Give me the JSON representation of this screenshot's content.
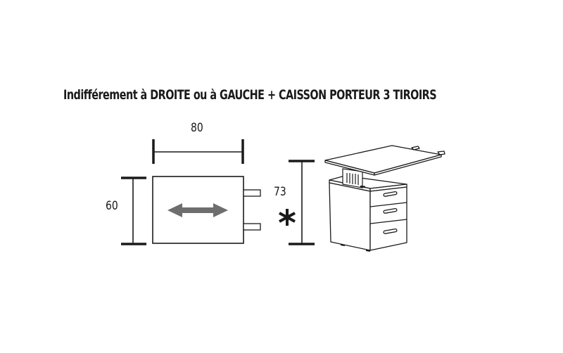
{
  "title": "Indifférement à DROITE ou à GAUCHE + CAISSON PORTEUR 3 TIROIRS",
  "plan_view": {
    "width_label": "80",
    "depth_label": "60",
    "arrow": "double-headed-arrow",
    "arrow_color": "#6e6e6e"
  },
  "elevation_view": {
    "height_label": "73",
    "height_note_symbol": "*",
    "pedestal": {
      "drawers": 3,
      "description": "caisson porteur 3 tiroirs"
    }
  },
  "colors": {
    "line": "#1a1a1a",
    "background": "#ffffff"
  }
}
